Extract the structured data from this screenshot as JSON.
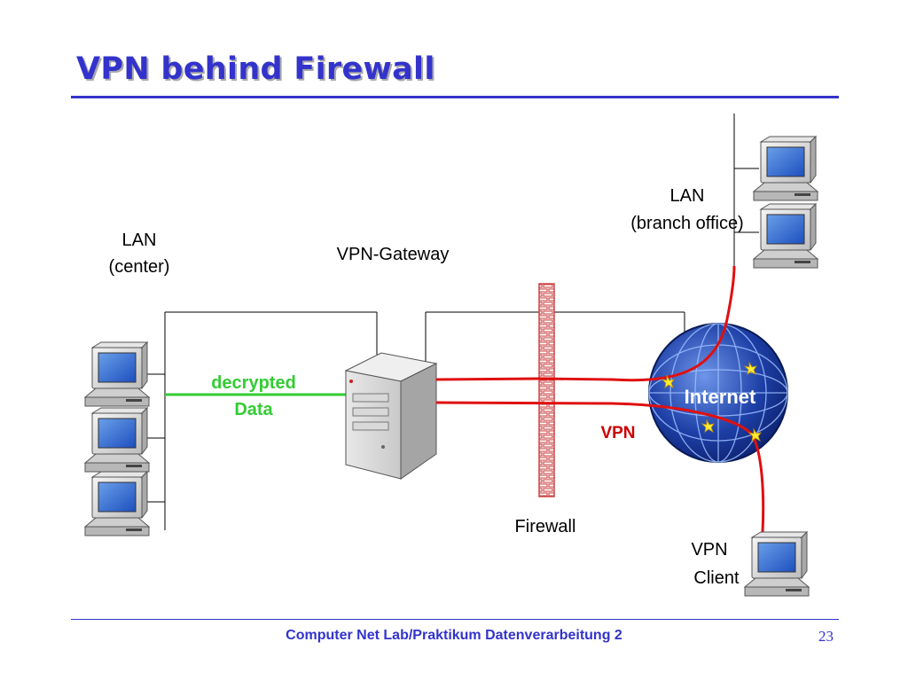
{
  "slide": {
    "title": "VPN behind Firewall",
    "footer": "Computer Net Lab/Praktikum Datenverarbeitung 2",
    "page_number": "23",
    "title_color": "#3333cc"
  },
  "diagram": {
    "lan_center": {
      "line1": "LAN",
      "line2": "(center)"
    },
    "lan_branch": {
      "line1": "LAN",
      "line2": "(branch office)"
    },
    "gateway_label": "VPN-Gateway",
    "firewall_label": "Firewall",
    "decrypted": {
      "line1": "decrypted",
      "line2": "Data"
    },
    "vpn_label": "VPN",
    "internet_label": "Internet",
    "vpn_client": {
      "line1": "VPN",
      "line2": "Client"
    },
    "colors": {
      "tunnel": "#e01010",
      "decrypted_link": "#33cc33",
      "globe": "#1a3fa8",
      "firewall": "#cc4444"
    }
  }
}
